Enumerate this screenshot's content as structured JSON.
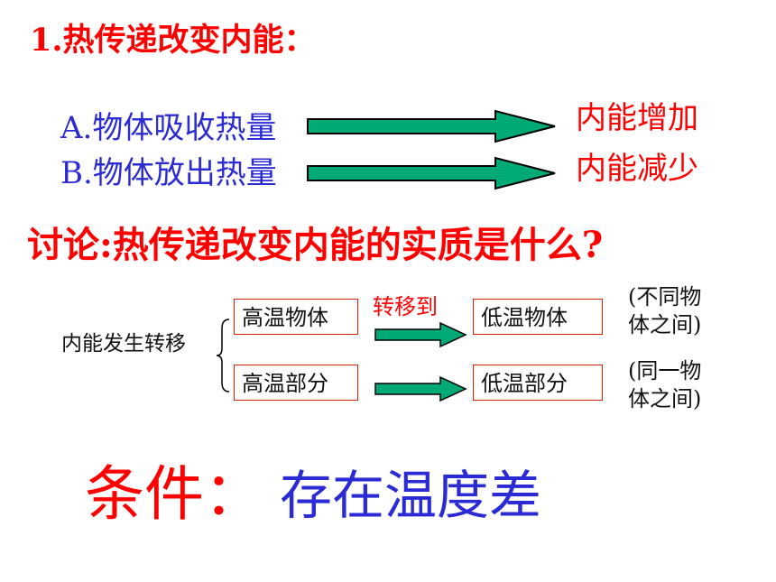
{
  "heading": "1.热传递改变内能：",
  "process": [
    {
      "cause": "A.物体吸收热量",
      "result": "内能增加"
    },
    {
      "cause": "B.物体放出热量",
      "result": "内能减少"
    }
  ],
  "question": "讨论:热传递改变内能的实质是什么?",
  "transfer": {
    "label": "内能发生转移",
    "verb": "转移到",
    "rows": [
      {
        "from": "高温物体",
        "to": "低温物体",
        "note": "(不同物体之间)"
      },
      {
        "from": "高温部分",
        "to": "低温部分",
        "note": "(同一物体之间)"
      }
    ]
  },
  "condition": {
    "label": "条件：",
    "value": "存在温度差"
  },
  "colors": {
    "red": "#ff0000",
    "blue": "#2b2bd6",
    "arrow_fill": "#00aa77",
    "arrow_stroke": "#000000"
  }
}
